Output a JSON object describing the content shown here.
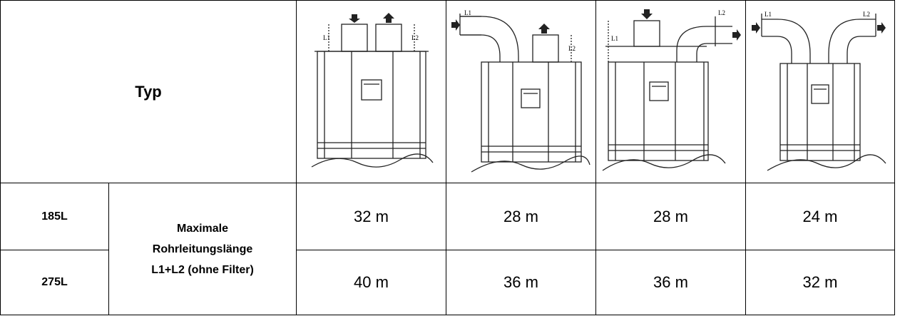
{
  "table": {
    "header_label": "Typ",
    "diagrams": [
      {
        "icon": "unit-top-in-top-out-diagram-icon",
        "labels": [
          "L1",
          "L2"
        ]
      },
      {
        "icon": "unit-side-in-top-out-diagram-icon",
        "labels": [
          "L1",
          "L2"
        ]
      },
      {
        "icon": "unit-top-in-side-out-diagram-icon",
        "labels": [
          "L1",
          "L2"
        ]
      },
      {
        "icon": "unit-side-in-side-out-diagram-icon",
        "labels": [
          "L1",
          "L2"
        ]
      }
    ],
    "description_lines": [
      "Maximale",
      "Rohrleitungslänge",
      "L1+L2 (ohne Filter)"
    ],
    "rows": [
      {
        "model": "185L",
        "values": [
          "32 m",
          "28 m",
          "28 m",
          "24 m"
        ]
      },
      {
        "model": "275L",
        "values": [
          "40 m",
          "36 m",
          "36 m",
          "32 m"
        ]
      }
    ]
  }
}
